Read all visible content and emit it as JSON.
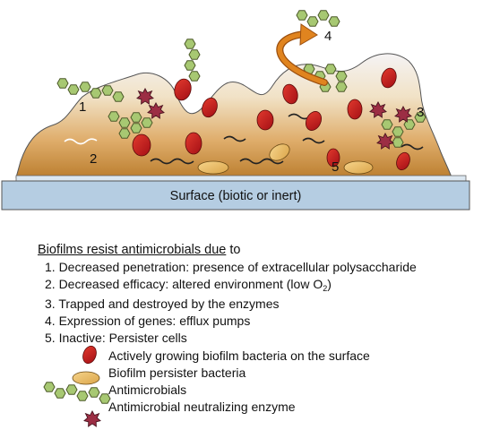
{
  "diagram": {
    "surface_label": "Surface (biotic or inert)",
    "markers": [
      "1",
      "2",
      "3",
      "4",
      "5"
    ]
  },
  "legend": {
    "title_underlined": "Biofilms resist antimicrobials due",
    "title_rest": " to",
    "mechanisms": [
      {
        "text": "1. Decreased penetration: presence of extracellular polysaccharide"
      },
      {
        "text": "2. Decreased efficacy: altered environment (low O",
        "sub": "2",
        "suffix": ")"
      },
      {
        "text": "3. Trapped and destroyed by the enzymes"
      },
      {
        "text": "4. Expression of genes: efflux pumps"
      },
      {
        "text": "5. Inactive: Persister cells"
      }
    ],
    "keys": [
      {
        "icon": "red-bacterium-icon",
        "text": "Actively growing biofilm bacteria on the surface"
      },
      {
        "icon": "persister-bacterium-icon",
        "text": "Biofilm persister bacteria"
      },
      {
        "icon": "antimicrobial-chain-icon",
        "text": "Antimicrobials"
      },
      {
        "icon": "enzyme-star-icon",
        "text": "Antimicrobial neutralizing enzyme"
      }
    ]
  },
  "colors": {
    "biofilm_top": "#f3f0f2",
    "biofilm_bottom": "#bf8333",
    "surface": "#b7cfe3",
    "bacterium": "#c8181c",
    "persister": "#eec06a",
    "antimicrobial": "#9fc46d",
    "enzyme": "#9a2f43",
    "arrow": "#d8791d"
  }
}
